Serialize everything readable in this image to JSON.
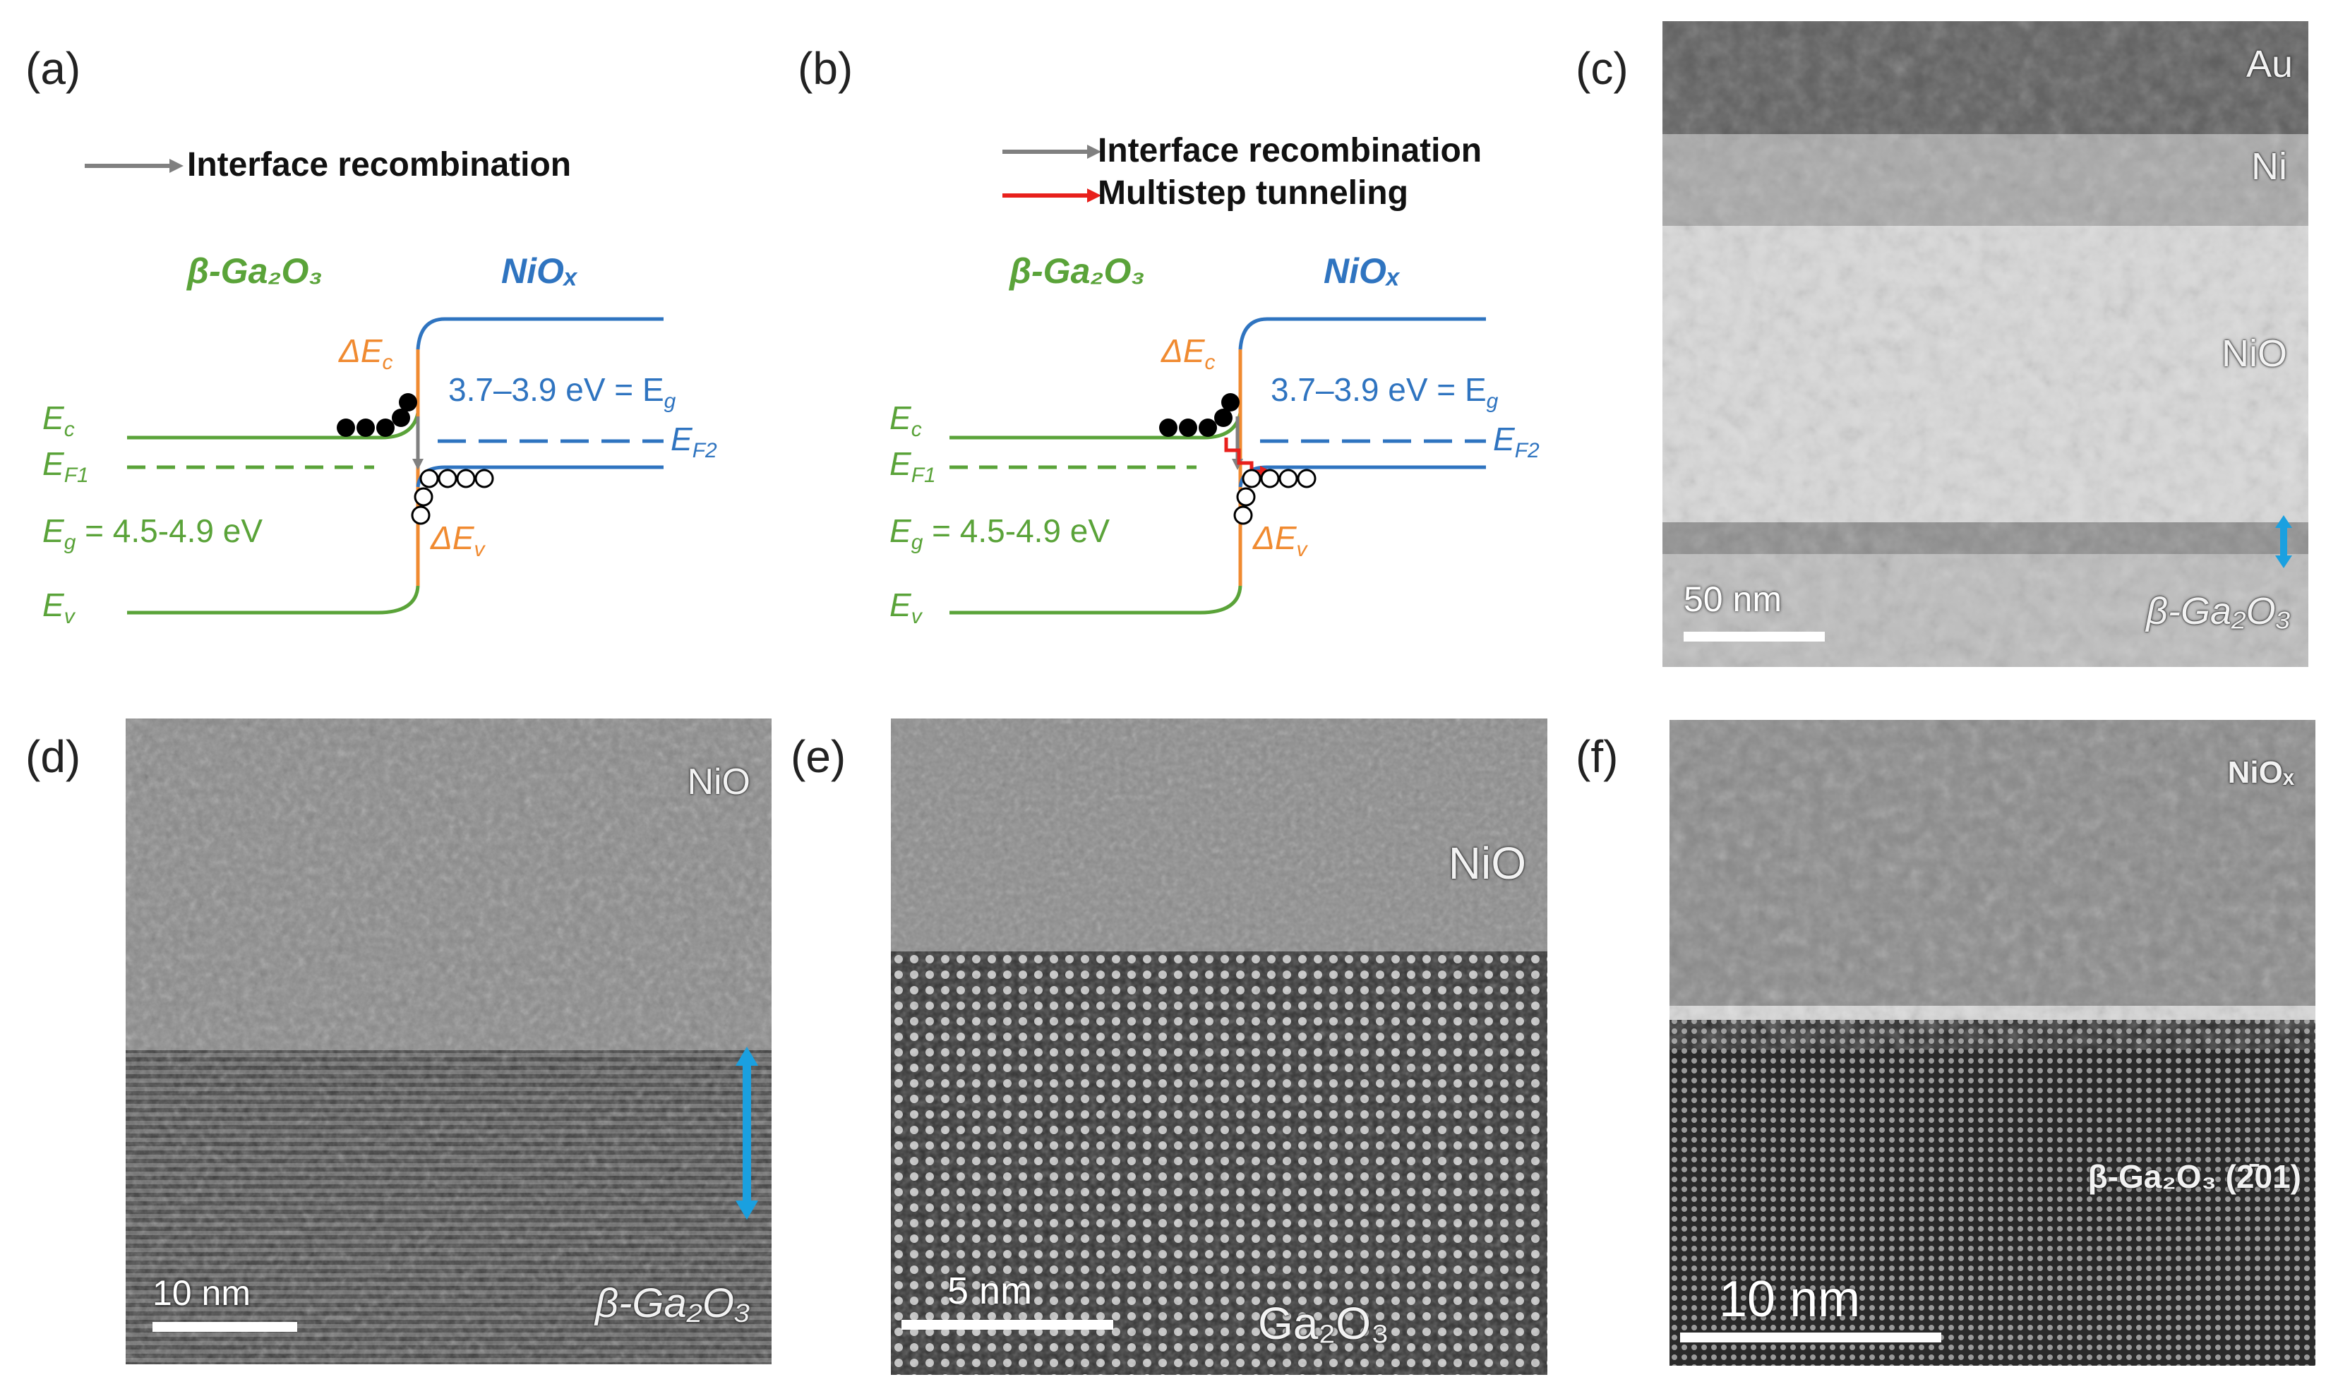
{
  "panels": {
    "a": {
      "label": "(a)",
      "legend": [
        "Interface recombination"
      ],
      "left_material": "β-Ga₂O₃",
      "right_material": "NiOₓ",
      "Ec": "E",
      "Ec_sub": "c",
      "EF1": "E",
      "EF1_sub": "F1",
      "Eg_left": "= 4.5-4.9 eV",
      "Ev": "E",
      "Ev_sub": "v",
      "dEc": "ΔE",
      "dEc_sub": "c",
      "dEv": "ΔE",
      "dEv_sub": "v",
      "Eg_right": "3.7–3.9 eV = E",
      "Eg_right_sub": "g",
      "EF2": "E",
      "EF2_sub": "F2",
      "Eg_prefix": "E",
      "Eg_prefix_sub": "g"
    },
    "b": {
      "label": "(b)",
      "legend": [
        "Interface recombination",
        "Multistep tunneling"
      ]
    },
    "c": {
      "label": "(c)",
      "layers": [
        "Au",
        "Ni",
        "NiO",
        "β-Ga₂O₃"
      ],
      "scale": "50 nm"
    },
    "d": {
      "label": "(d)",
      "top": "NiO",
      "bottom": "β-Ga₂O₃",
      "scale": "10 nm"
    },
    "e": {
      "label": "(e)",
      "top": "NiO",
      "bottom": "Ga₂O₃",
      "scale": "5 nm"
    },
    "f": {
      "label": "(f)",
      "top": "NiOₓ",
      "bottom": "β-Ga₂O₃ (2̄01)",
      "scale": "10 nm"
    }
  },
  "colors": {
    "green": "#5aa339",
    "blue": "#2f74c0",
    "orange": "#f08a30",
    "gray_arrow": "#808080",
    "red_arrow": "#e8201c",
    "cyan_arrow": "#1aa0e0"
  }
}
